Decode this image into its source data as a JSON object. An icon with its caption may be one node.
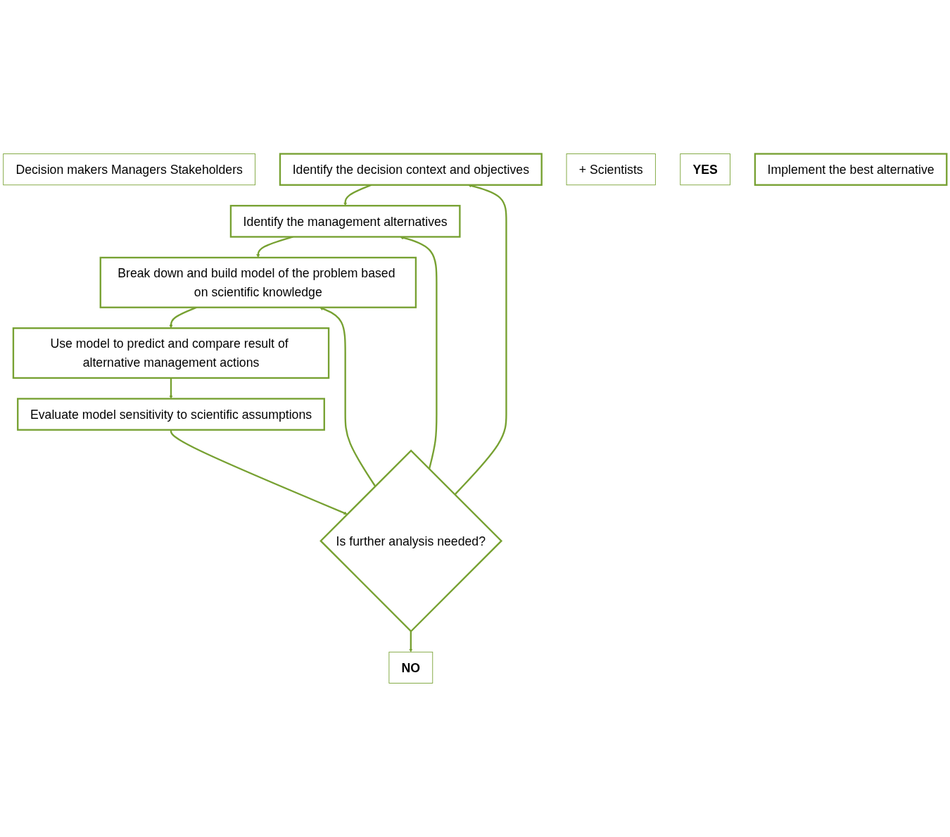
{
  "diagram": {
    "nodes": [
      {
        "text": [
          "Decision makers Managers Stakeholders"
        ]
      },
      {
        "text": [
          "Identify the decision context and objectives"
        ]
      },
      {
        "text": [
          "Identify the management alternatives"
        ]
      },
      {
        "text": [
          "Break down and build model of the problem based on scientific knowledge"
        ]
      },
      {
        "text": [
          "Use model to predict and compare result of alternative management actions"
        ]
      },
      {
        "text": [
          "Evaluate model sensitivity to scientific assumptions"
        ]
      },
      {
        "text": [
          "+ Scientists"
        ]
      },
      {
        "text": [
          "Is further analysis needed?"
        ]
      },
      {
        "text": [
          "YES"
        ]
      },
      {
        "text": [
          "NO"
        ]
      },
      {
        "text": [
          "Implement the best alternative"
        ]
      }
    ],
    "edges": [
      {
        "from": 1,
        "to": 2,
        "arrow": "to"
      },
      {
        "from": 2,
        "to": 3,
        "arrow": "to"
      },
      {
        "from": 3,
        "to": 4,
        "arrow": "to"
      },
      {
        "from": 4,
        "to": 5,
        "arrow": "to"
      },
      {
        "from": 5,
        "to": 7,
        "arrow": "to"
      },
      {
        "from": 7,
        "to": 1,
        "arrow": "to"
      },
      {
        "from": 7,
        "to": 2,
        "arrow": "to"
      },
      {
        "from": 7,
        "to": 3,
        "arrow": "to"
      },
      {
        "from": 7,
        "to": 9,
        "arrow": "to"
      }
    ]
  }
}
